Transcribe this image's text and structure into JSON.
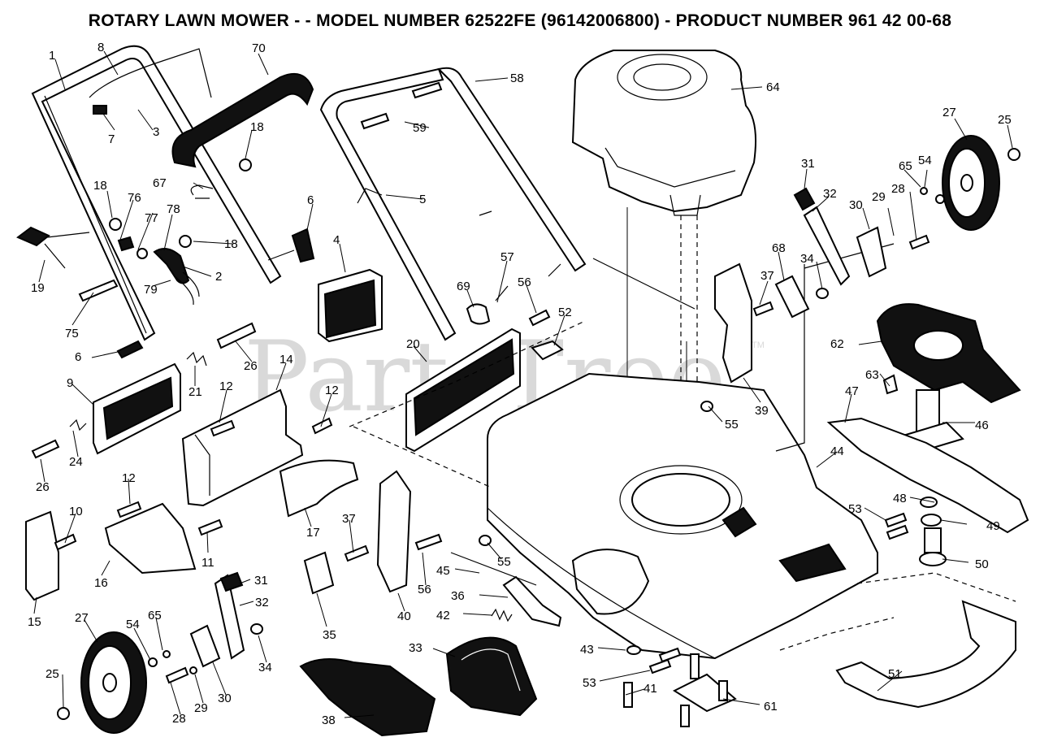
{
  "title": "ROTARY LAWN MOWER - - MODEL NUMBER  62522FE  (96142006800) - PRODUCT NUMBER 961 42 00-68",
  "watermark": "PartsTree",
  "watermark_tm": "TM",
  "colors": {
    "ink": "#000000",
    "paper": "#ffffff",
    "watermark": "#d9d9d9"
  },
  "callouts": {
    "c1": "1",
    "c8": "8",
    "c70": "70",
    "c58": "58",
    "c64": "64",
    "c27a": "27",
    "c25a": "25",
    "c7": "7",
    "c3": "3",
    "c18a": "18",
    "c59": "59",
    "c31a": "31",
    "c65a": "65",
    "c54a": "54",
    "c67": "67",
    "c5": "5",
    "c32a": "32",
    "c30a": "30",
    "c29a": "29",
    "c28a": "28",
    "c18b": "18",
    "c76": "76",
    "c77": "77",
    "c78": "78",
    "c6a": "6",
    "c18c": "18",
    "c4": "4",
    "c57": "57",
    "c68": "68",
    "c2": "2",
    "c37a": "37",
    "c34a": "34",
    "c19": "19",
    "c79": "79",
    "c69": "69",
    "c56a": "56",
    "c52": "52",
    "c75": "75",
    "c62": "62",
    "c6b": "6",
    "c26a": "26",
    "c20": "20",
    "c14": "14",
    "c9": "9",
    "c21": "21",
    "c39": "39",
    "c63": "63",
    "c47": "47",
    "c12a": "12",
    "c12b": "12",
    "c55a": "55",
    "c46": "46",
    "c24": "24",
    "c26b": "26",
    "c44": "44",
    "c12c": "12",
    "c10": "10",
    "c17": "17",
    "c37b": "37",
    "c48": "48",
    "c53a": "53",
    "c49": "49",
    "c11": "11",
    "c55b": "55",
    "c15": "15",
    "c16": "16",
    "c45": "45",
    "c56b": "56",
    "c50": "50",
    "c31b": "31",
    "c32b": "32",
    "c40": "40",
    "c36": "36",
    "c42": "42",
    "c27b": "27",
    "c54b": "54",
    "c65b": "65",
    "c35": "35",
    "c34b": "34",
    "c33": "33",
    "c43": "43",
    "c51": "51",
    "c25b": "25",
    "c30b": "30",
    "c29b": "29",
    "c53b": "53",
    "c41": "41",
    "c28b": "28",
    "c38": "38",
    "c61": "61"
  }
}
